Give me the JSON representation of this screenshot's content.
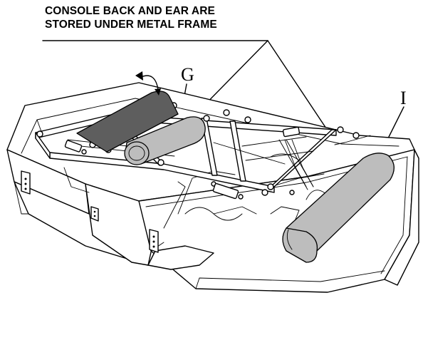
{
  "caption": {
    "line1": "CONSOLE BACK AND EAR ARE",
    "line2": "STORED UNDER METAL FRAME"
  },
  "callouts": {
    "g": "G",
    "i": "I"
  },
  "colors": {
    "stroke": "#000000",
    "part_fill": "#bdbdbd",
    "sheet_fill": "#5e5e5e",
    "background": "#ffffff"
  },
  "icons": {
    "lift_arrow": "curved-double-arrow-icon"
  }
}
